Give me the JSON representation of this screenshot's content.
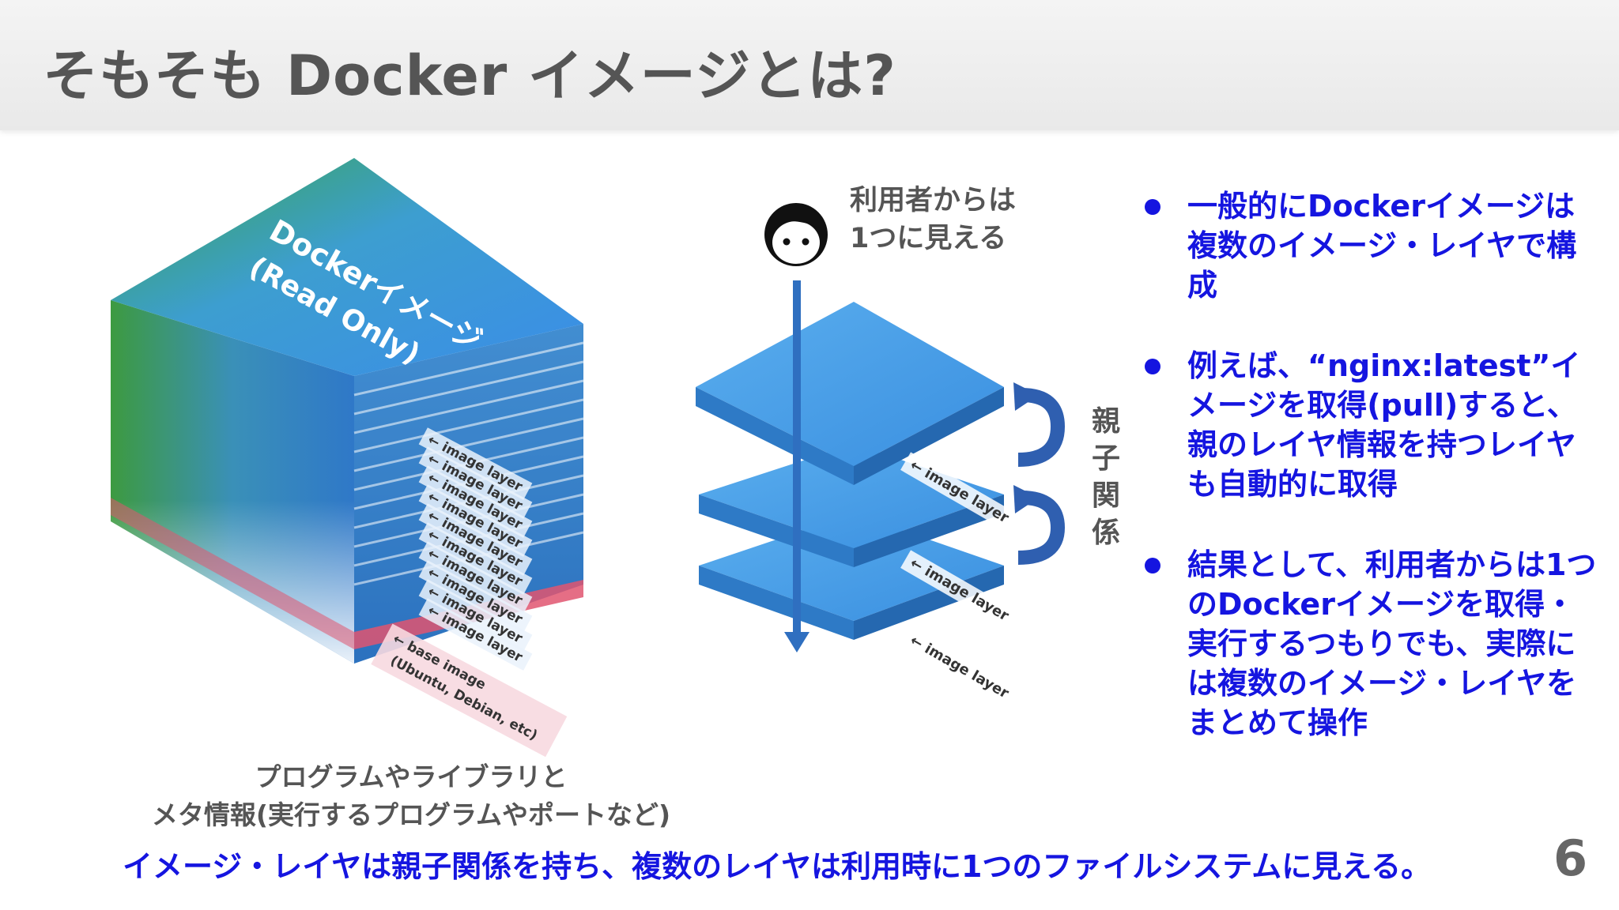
{
  "header": {
    "title": "そもそも Docker イメージとは?"
  },
  "stack_diagram": {
    "top_label_line1": "Dockerイメージ",
    "top_label_line2": "(Read Only)",
    "image_layer_label": "← image layer",
    "base_label_line1": "← base image",
    "base_label_line2": "(Ubuntu, Debian, etc)",
    "caption_line1": "プログラムやライブラリと",
    "caption_line2": "メタ情報(実行するプログラムやポートなど)",
    "colors": {
      "green": "#45a63a",
      "blue": "#3a8de0",
      "pink": "#e05570"
    }
  },
  "layer_diagram": {
    "user_label_line1": "利用者からは",
    "user_label_line2": "1つに見える",
    "relation_chars": [
      "親",
      "子",
      "関",
      "係"
    ],
    "layer_label": "← image layer",
    "icons": [
      "person-icon",
      "down-arrow-icon",
      "curved-arrow-icon"
    ]
  },
  "bullets": [
    "一般的にDockerイメージは複数のイメージ・レイヤで構成",
    "例えば、“nginx:latest”イメージを取得(pull)すると、親のレイヤ情報を持つレイヤも自動的に取得",
    "結果として、利用者からは1つのDockerイメージを取得・実行するつもりでも、実際には複数のイメージ・レイヤをまとめて操作"
  ],
  "footer": {
    "summary": "イメージ・レイヤは親子関係を持ち、複数のレイヤは利用時に1つのファイルシステムに見える。",
    "page_number": "6"
  },
  "accent_color": "#1515e0"
}
